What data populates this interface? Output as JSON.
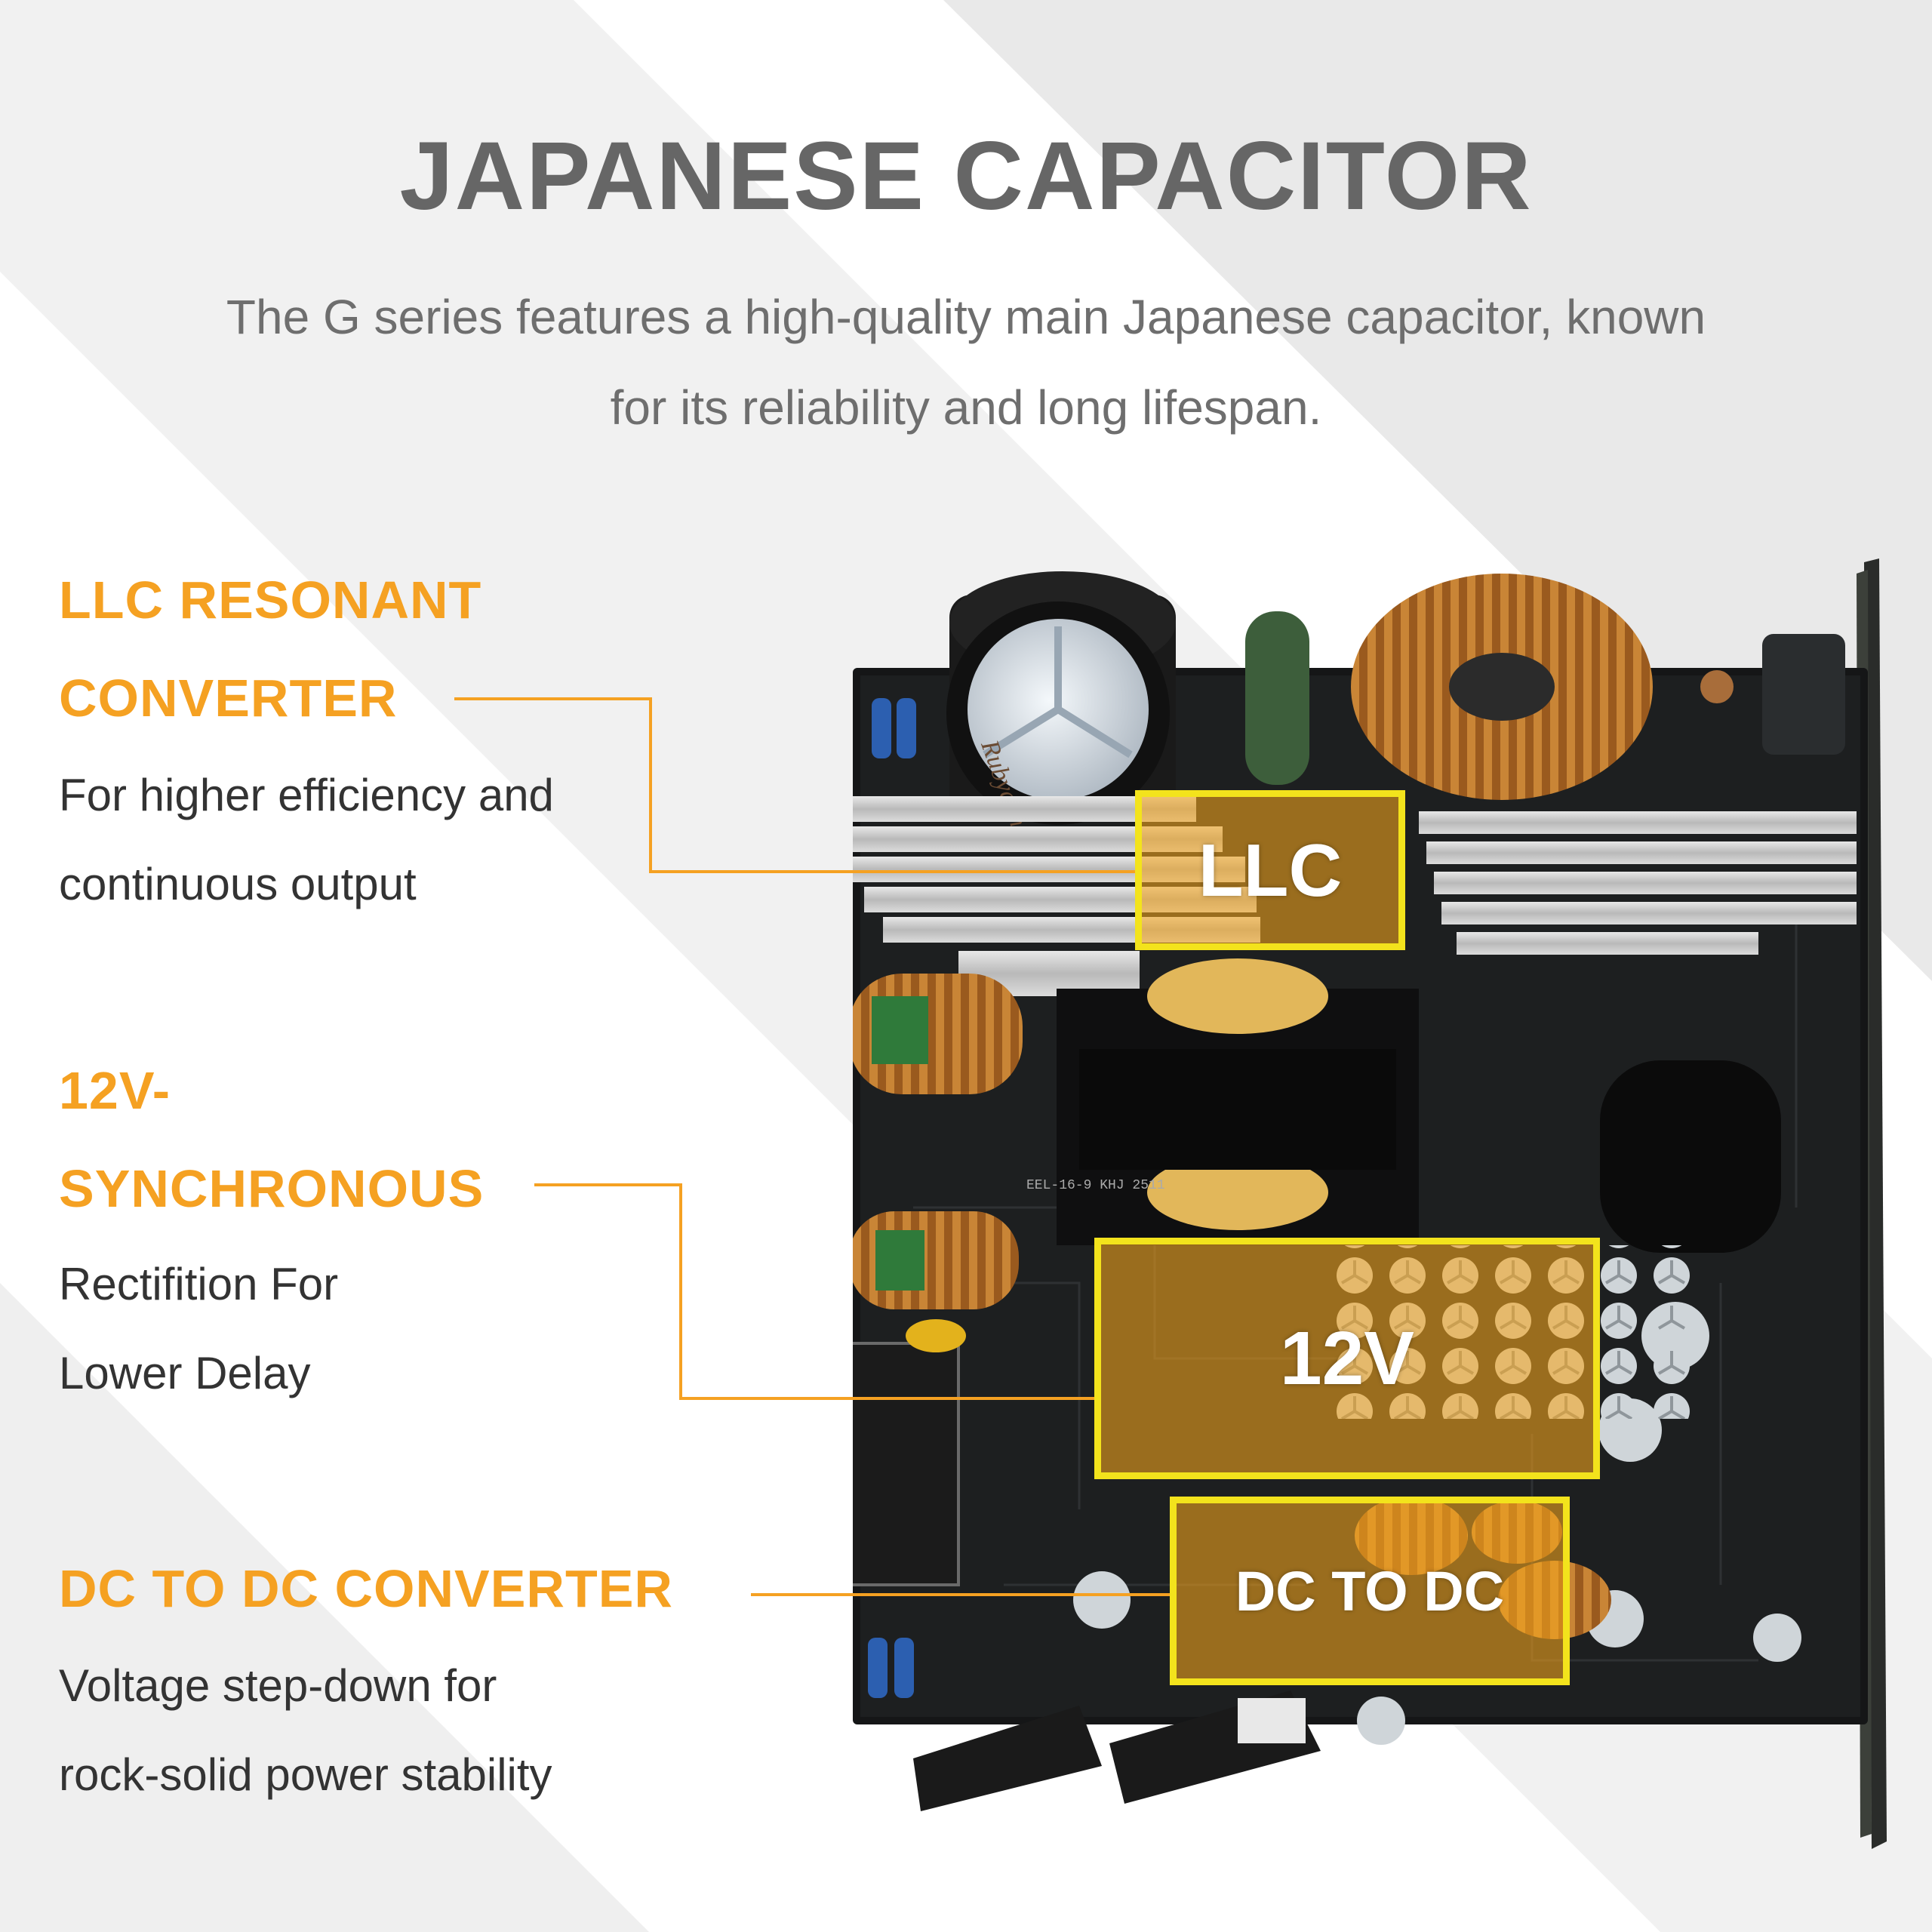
{
  "colors": {
    "accent": "#f5a122",
    "highlight_border": "#f3e31c",
    "title": "#666666",
    "body_text": "#333333"
  },
  "header": {
    "title": "JAPANESE CAPACITOR",
    "subtitle_lines": [
      "The G series features a high-quality main Japanese capacitor, known",
      "for its reliability and long lifespan."
    ]
  },
  "features": [
    {
      "heading_lines": [
        "LLC RESONANT",
        "CONVERTER"
      ],
      "description_lines": [
        "For higher efficiency and",
        "continuous output"
      ]
    },
    {
      "heading_lines": [
        "12V-",
        "SYNCHRONOUS"
      ],
      "description_lines": [
        "Rectifition For",
        "Lower Delay"
      ]
    },
    {
      "heading_lines": [
        "DC TO DC CONVERTER"
      ],
      "description_lines": [
        "Voltage step-down for",
        "rock-solid power stability"
      ]
    }
  ],
  "highlights": [
    {
      "label": "LLC"
    },
    {
      "label": "12V"
    },
    {
      "label": "DC TO DC"
    }
  ],
  "board": {
    "capacitor_brand": "Rubycon",
    "transformer_label": "EEL-16-9 KHJ 2511"
  }
}
